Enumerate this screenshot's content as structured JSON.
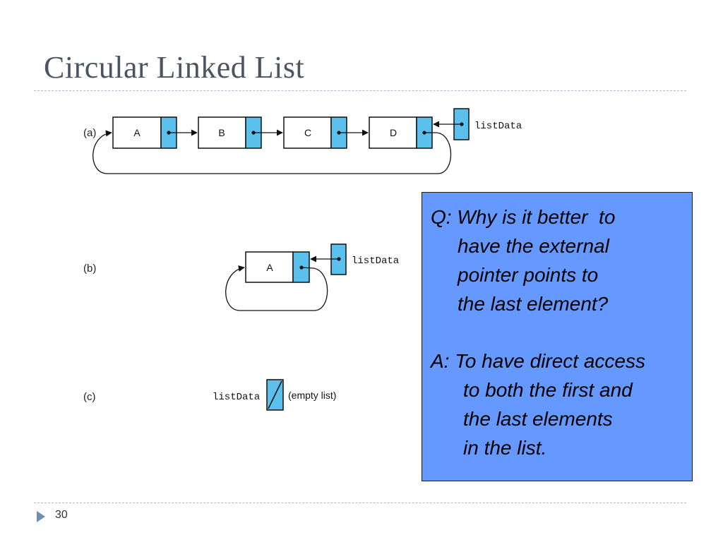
{
  "slide": {
    "title": "Circular Linked List",
    "page_number": "30"
  },
  "diagram": {
    "a": {
      "label": "(a)",
      "nodes": [
        "A",
        "B",
        "C",
        "D"
      ],
      "pointer_label": "listData"
    },
    "b": {
      "label": "(b)",
      "nodes": [
        "A"
      ],
      "pointer_label": "listData"
    },
    "c": {
      "label": "(c)",
      "pointer_label": "listData",
      "note": "(empty list)"
    }
  },
  "qa": {
    "question_lines": [
      "Q: Why is it better  to",
      "have the external",
      "pointer points to",
      "the last element?"
    ],
    "answer_lines": [
      "A: To have direct access",
      "to both the first and",
      "the last elements",
      "in the list."
    ]
  },
  "colors": {
    "node_pointer_fill": "#5bc0eb",
    "qa_background": "#6699ff",
    "title": "#4a5560",
    "rule": "#a9bcd0"
  }
}
